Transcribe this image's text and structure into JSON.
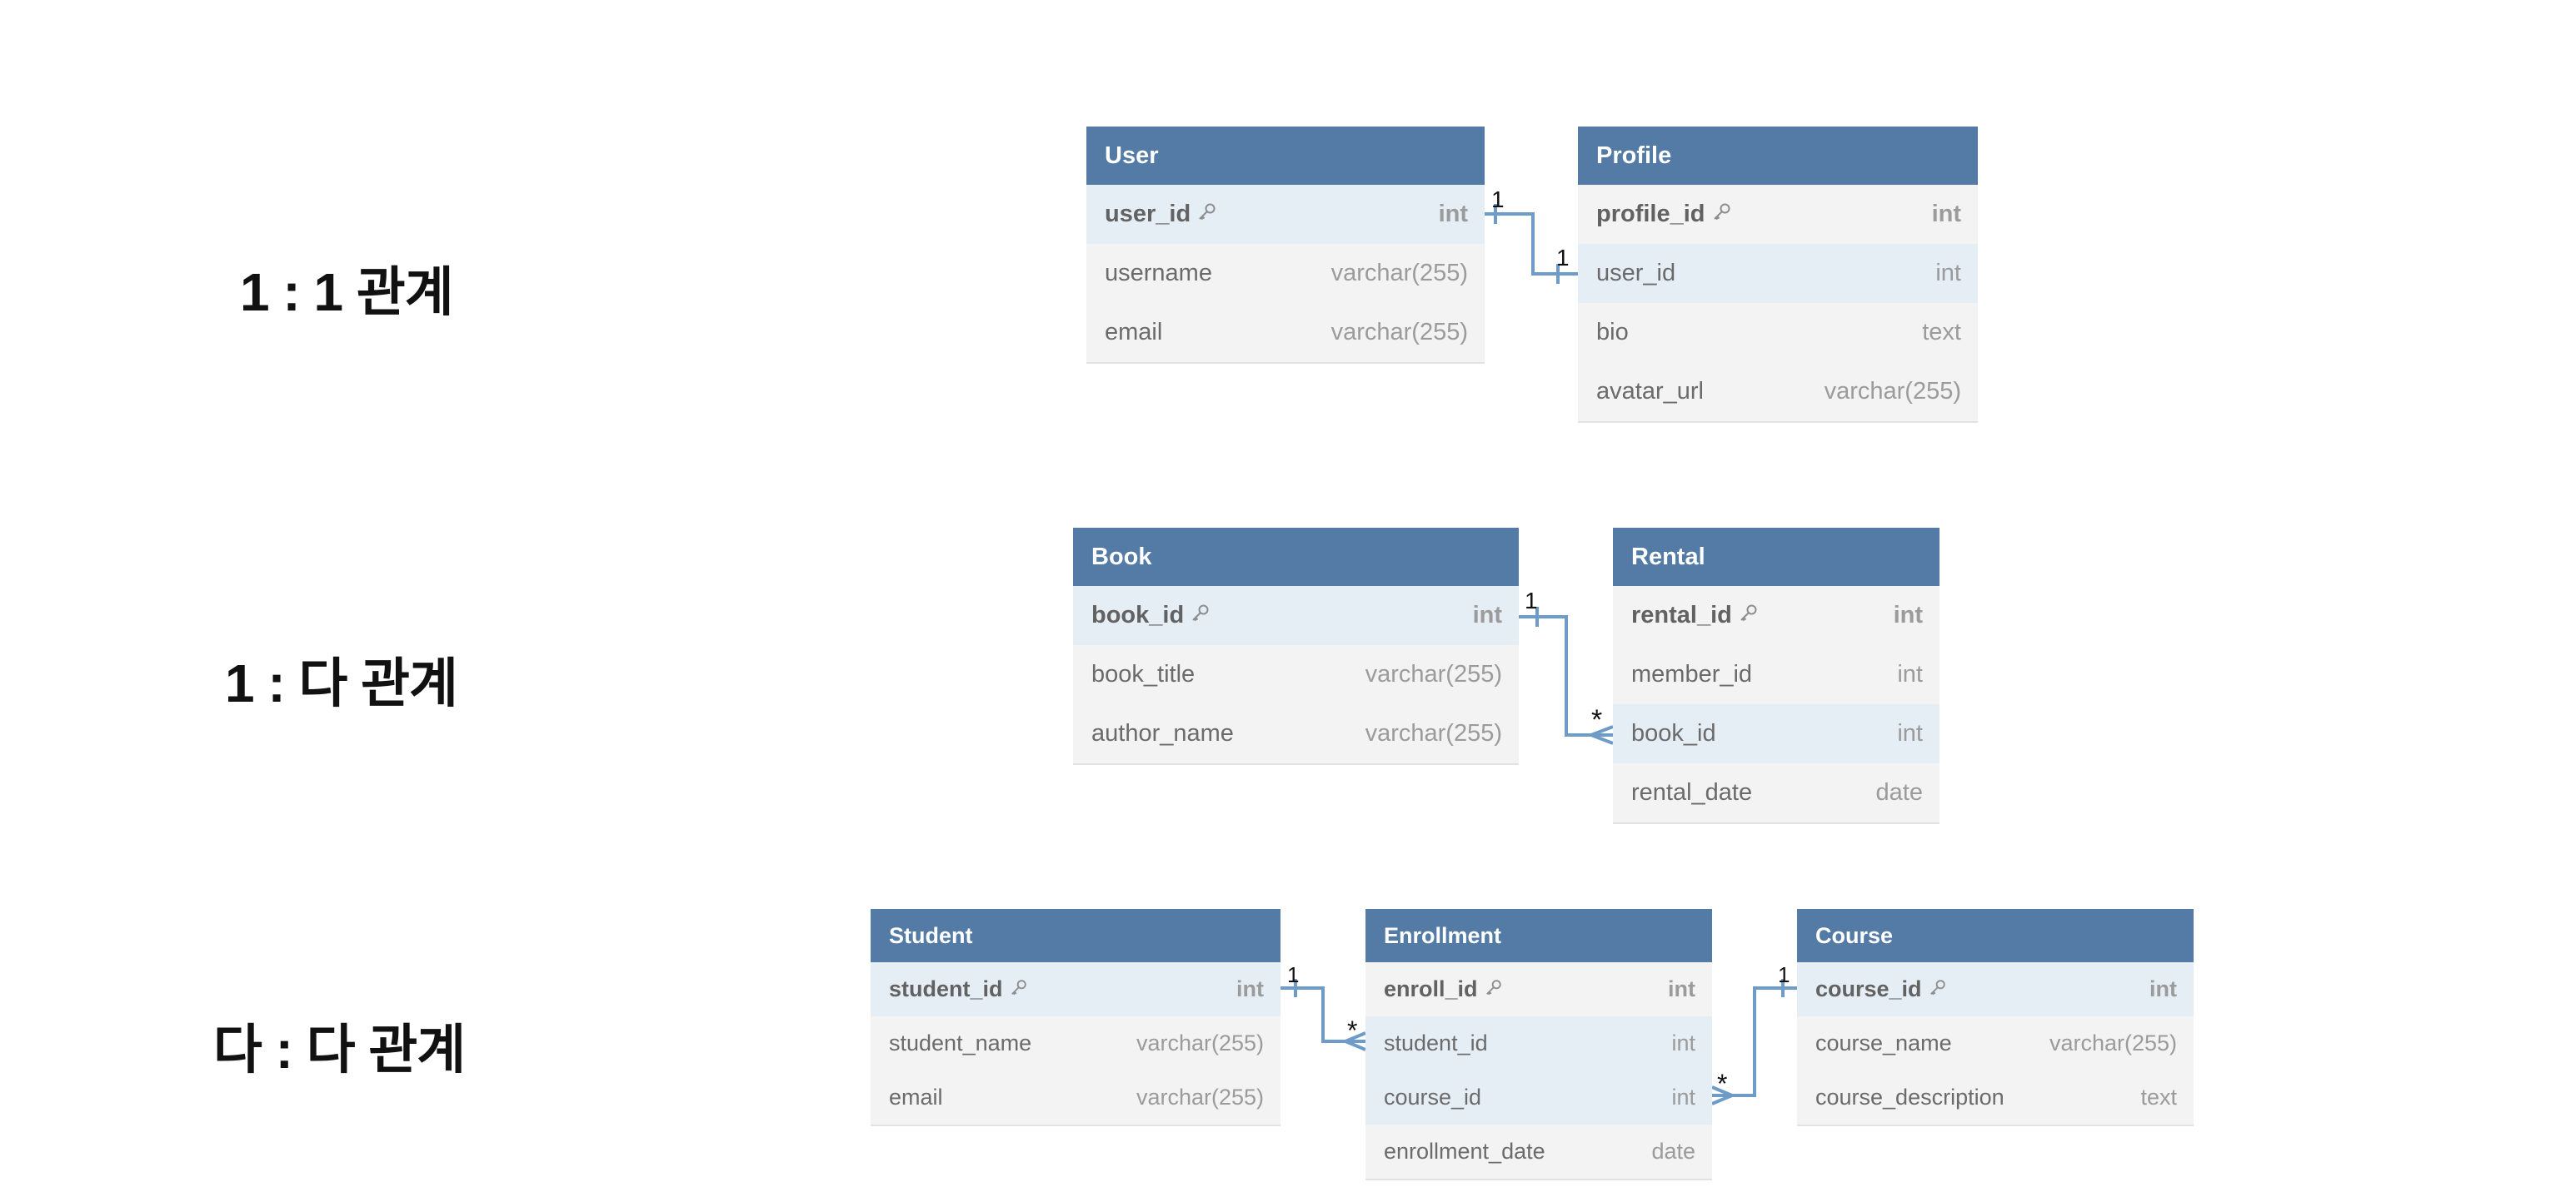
{
  "sections": {
    "one_to_one": "1 : 1 관계",
    "one_to_many": "1 : 다 관계",
    "many_to_many": "다 : 다 관계"
  },
  "tables": {
    "user": {
      "title": "User",
      "columns": [
        {
          "name": "user_id",
          "type": "int",
          "pk": true
        },
        {
          "name": "username",
          "type": "varchar(255)"
        },
        {
          "name": "email",
          "type": "varchar(255)"
        }
      ]
    },
    "profile": {
      "title": "Profile",
      "columns": [
        {
          "name": "profile_id",
          "type": "int",
          "pk": true
        },
        {
          "name": "user_id",
          "type": "int"
        },
        {
          "name": "bio",
          "type": "text"
        },
        {
          "name": "avatar_url",
          "type": "varchar(255)"
        }
      ]
    },
    "book": {
      "title": "Book",
      "columns": [
        {
          "name": "book_id",
          "type": "int",
          "pk": true
        },
        {
          "name": "book_title",
          "type": "varchar(255)"
        },
        {
          "name": "author_name",
          "type": "varchar(255)"
        }
      ]
    },
    "rental": {
      "title": "Rental",
      "columns": [
        {
          "name": "rental_id",
          "type": "int",
          "pk": true
        },
        {
          "name": "member_id",
          "type": "int"
        },
        {
          "name": "book_id",
          "type": "int"
        },
        {
          "name": "rental_date",
          "type": "date"
        }
      ]
    },
    "student": {
      "title": "Student",
      "columns": [
        {
          "name": "student_id",
          "type": "int",
          "pk": true
        },
        {
          "name": "student_name",
          "type": "varchar(255)"
        },
        {
          "name": "email",
          "type": "varchar(255)"
        }
      ]
    },
    "enrollment": {
      "title": "Enrollment",
      "columns": [
        {
          "name": "enroll_id",
          "type": "int",
          "pk": true
        },
        {
          "name": "student_id",
          "type": "int"
        },
        {
          "name": "course_id",
          "type": "int"
        },
        {
          "name": "enrollment_date",
          "type": "date"
        }
      ]
    },
    "course": {
      "title": "Course",
      "columns": [
        {
          "name": "course_id",
          "type": "int",
          "pk": true
        },
        {
          "name": "course_name",
          "type": "varchar(255)"
        },
        {
          "name": "course_description",
          "type": "text"
        }
      ]
    }
  },
  "relations": [
    {
      "from": "User.user_id",
      "to": "Profile.user_id",
      "from_card": "1",
      "to_card": "1"
    },
    {
      "from": "Book.book_id",
      "to": "Rental.book_id",
      "from_card": "1",
      "to_card": "*"
    },
    {
      "from": "Student.student_id",
      "to": "Enrollment.student_id",
      "from_card": "1",
      "to_card": "*"
    },
    {
      "from": "Course.course_id",
      "to": "Enrollment.course_id",
      "from_card": "1",
      "to_card": "*"
    }
  ],
  "colors": {
    "header": "#537ba6",
    "row": "#f3f3f3",
    "row_highlight": "#e5edf5",
    "connector": "#6f9bc8"
  },
  "icons": {
    "primary_key": "key-icon"
  }
}
